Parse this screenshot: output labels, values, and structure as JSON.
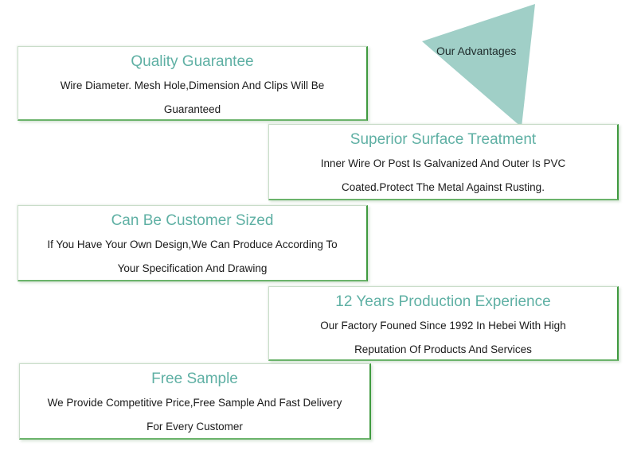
{
  "advantages_label": "Our Advantages",
  "colors": {
    "triangle": "#a0cfc7",
    "title": "#5fb0a4",
    "border_accent": "#3f9a3f"
  },
  "cards": [
    {
      "title": "Quality Guarantee",
      "line1": "Wire Diameter. Mesh Hole,Dimension And Clips Will Be",
      "line2": "Guaranteed"
    },
    {
      "title": "Superior Surface Treatment",
      "line1": "Inner Wire Or  Post Is Galvanized And Outer Is PVC",
      "line2": "Coated.Protect The Metal Against Rusting."
    },
    {
      "title": "Can Be Customer Sized",
      "line1": "If You Have Your Own Design,We Can Produce According To",
      "line2": "Your Specification And Drawing"
    },
    {
      "title": "12 Years Production Experience",
      "line1": "Our Factory Founed Since 1992 In Hebei With High",
      "line2": "Reputation Of Products And Services"
    },
    {
      "title": "Free Sample",
      "line1": "We Provide Competitive Price,Free Sample And Fast Delivery",
      "line2": "For Every Customer"
    }
  ]
}
